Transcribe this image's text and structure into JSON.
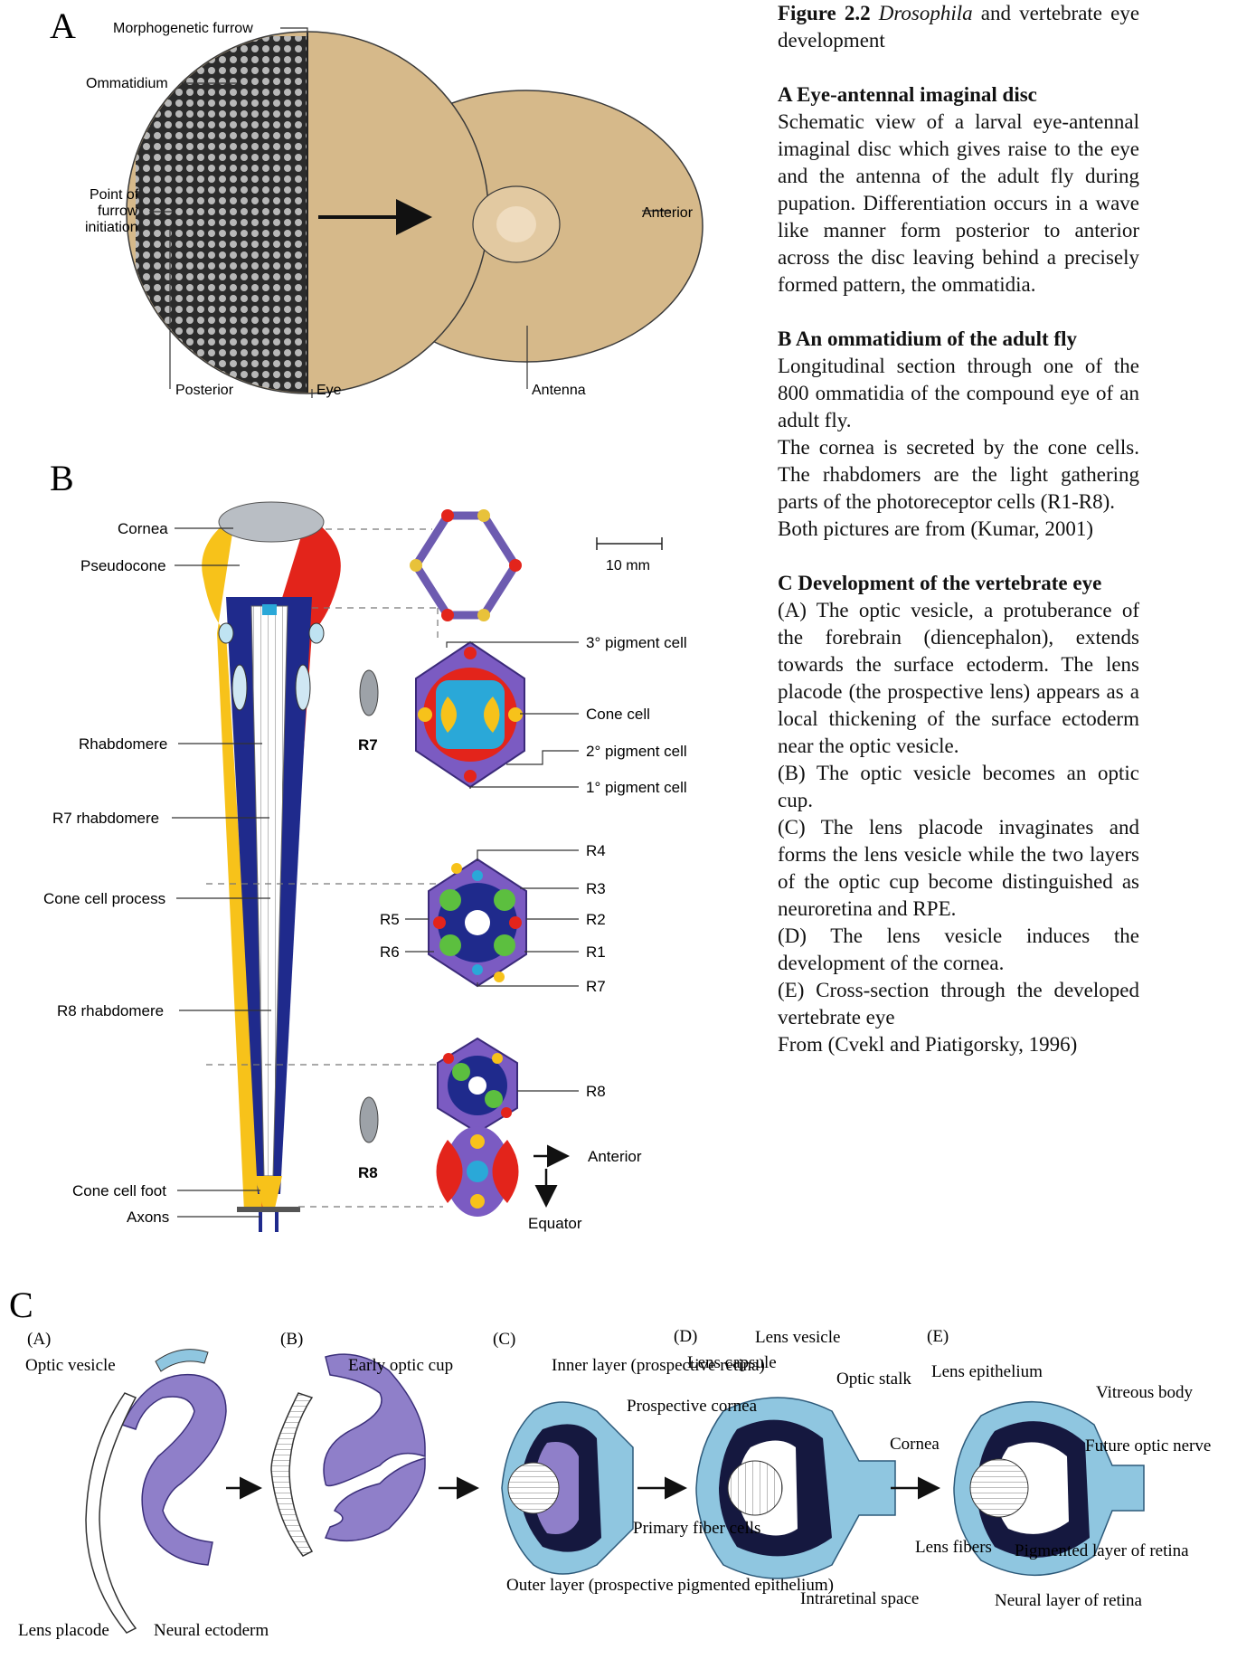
{
  "panel_a": {
    "letter": "A",
    "labels": {
      "morphogenetic_furrow": "Morphogenetic furrow",
      "ommatidium": "Ommatidium",
      "point_line1": "Point of",
      "point_line2": "furrow",
      "point_line3": "initiation",
      "anterior": "Anterior",
      "posterior": "Posterior",
      "eye": "Eye",
      "antenna": "Antenna"
    },
    "colors": {
      "disc": "#d6b98a",
      "dot_bg": "#2b2b2b",
      "dot": "#b8b8b8"
    }
  },
  "panel_b": {
    "letter": "B",
    "labels": {
      "cornea": "Cornea",
      "pseudocone": "Pseudocone",
      "rhabdomere": "Rhabdomere",
      "r7_rhabdomere": "R7 rhabdomere",
      "cone_cell_process": "Cone cell process",
      "r8_rhabdomere": "R8 rhabdomere",
      "cone_cell_foot": "Cone cell foot",
      "axons": "Axons",
      "r7": "R7",
      "r8": "R8",
      "scale": "10 mm",
      "pig3": "3° pigment cell",
      "cone_cell": "Cone cell",
      "pig2": "2° pigment cell",
      "pig1": "1° pigment cell",
      "r4": "R4",
      "r3": "R3",
      "r2": "R2",
      "r1": "R1",
      "r7b": "R7",
      "r5": "R5",
      "r6": "R6",
      "r8b": "R8",
      "anterior": "Anterior",
      "equator": "Equator"
    },
    "colors": {
      "yellow": "#f7c21a",
      "red": "#e3241b",
      "blue": "#1f2a8c",
      "purple": "#7b5bc2",
      "cyan": "#2aa8d8",
      "green": "#5cbf3f",
      "grey": "#b9bec4"
    }
  },
  "panel_c": {
    "letter": "C",
    "labels": {
      "a_tag": "(A)",
      "optic_vesicle": "Optic vesicle",
      "lens_placode": "Lens placode",
      "neural_ectoderm": "Neural ectoderm",
      "b_tag": "(B)",
      "early_optic_cup": "Early optic cup",
      "c_tag": "(C)",
      "inner_layer": "Inner layer (prospective retina)",
      "outer_layer": "Outer layer (prospective pigmented epithelium)",
      "d_tag": "(D)",
      "lens_capsule": "Lens capsule",
      "lens_vesicle": "Lens vesicle",
      "prospective_cornea": "Prospective cornea",
      "optic_stalk": "Optic stalk",
      "primary_fiber": "Primary fiber cells",
      "intraretinal": "Intraretinal space",
      "e_tag": "(E)",
      "lens_epithelium": "Lens epithelium",
      "vitreous": "Vitreous body",
      "cornea": "Cornea",
      "future_optic": "Future optic nerve",
      "lens_fibers": "Lens fibers",
      "pigmented_layer": "Pigmented layer of retina",
      "neural_layer": "Neural layer of retina"
    },
    "colors": {
      "purple": "#8f7fc9",
      "light_blue": "#8fc6e0",
      "navy": "#15183f"
    }
  },
  "caption": {
    "fig_bold": "Figure 2.2",
    "fig_italic": "Drosophila",
    "fig_rest": "and vertebrate eye development",
    "a_head": "A Eye-antennal imaginal disc",
    "a_text": "Schematic view of a larval eye-antennal imaginal disc which gives raise to the eye and the antenna of the adult fly during pupation. Differentiation occurs in a wave like manner form posterior to anterior across the disc leaving behind a precisely formed pattern, the ommatidia.",
    "b_head": "B An ommatidium of the adult fly",
    "b_text1": "Longitudinal section through one of the 800 ommatidia of the compound eye of an adult fly.",
    "b_text2": "The cornea is secreted by the cone cells. The rhabdomers are the light gathering parts of the photoreceptor cells (R1-R8).",
    "b_text3": "Both pictures are from (Kumar, 2001)",
    "c_head": "C Development of the vertebrate eye",
    "c_text1": "(A) The optic vesicle, a protuberance of the forebrain (diencephalon), extends towards the surface ectoderm. The lens placode (the prospective lens) appears as a local thickening of the surface ectoderm near the optic vesicle.",
    "c_text2": "(B) The optic vesicle becomes an optic cup.",
    "c_text3": "(C) The lens placode invaginates and forms the lens vesicle while the two layers of the optic cup become distinguished as neuroretina and RPE.",
    "c_text4": "(D) The lens vesicle induces the development of the cornea.",
    "c_text5": "(E) Cross-section through the developed vertebrate eye",
    "c_text6": "From (Cvekl and Piatigorsky, 1996)"
  }
}
